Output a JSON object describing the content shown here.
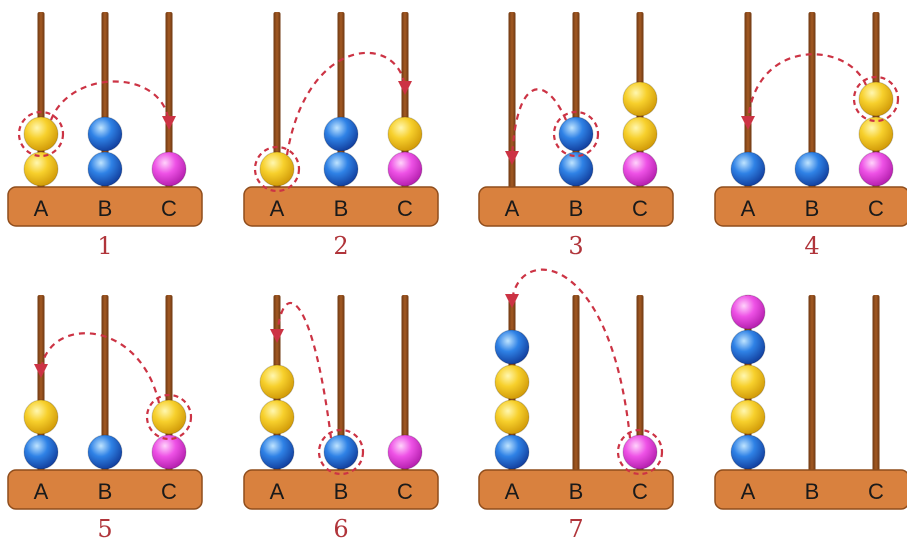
{
  "rod_labels": [
    "A",
    "B",
    "C"
  ],
  "colors": {
    "rod": "#8a4a1c",
    "base": "#d9813e",
    "base_edge": "#8f4d1c",
    "label": "#1a1a1a",
    "step_number": "#b0343a",
    "arrow": "#cc3344",
    "yellow": "#f5cf26",
    "blue": "#2e7de0",
    "pink": "#ee4fe6"
  },
  "panels": [
    {
      "step": "1",
      "stacks": {
        "A": [
          "yellow",
          "yellow"
        ],
        "B": [
          "blue",
          "blue"
        ],
        "C": [
          "pink"
        ]
      },
      "move": {
        "from": "A",
        "to": "C"
      }
    },
    {
      "step": "2",
      "stacks": {
        "A": [
          "yellow"
        ],
        "B": [
          "blue",
          "blue"
        ],
        "C": [
          "pink",
          "yellow"
        ]
      },
      "move": {
        "from": "A",
        "to": "C"
      }
    },
    {
      "step": "3",
      "stacks": {
        "A": [],
        "B": [
          "blue",
          "blue"
        ],
        "C": [
          "pink",
          "yellow",
          "yellow"
        ]
      },
      "move": {
        "from": "B",
        "to": "A"
      }
    },
    {
      "step": "4",
      "stacks": {
        "A": [
          "blue"
        ],
        "B": [
          "blue"
        ],
        "C": [
          "pink",
          "yellow",
          "yellow"
        ]
      },
      "move": {
        "from": "C",
        "to": "A"
      }
    },
    {
      "step": "5",
      "stacks": {
        "A": [
          "blue",
          "yellow"
        ],
        "B": [
          "blue"
        ],
        "C": [
          "pink",
          "yellow"
        ]
      },
      "move": {
        "from": "C",
        "to": "A"
      }
    },
    {
      "step": "6",
      "stacks": {
        "A": [
          "blue",
          "yellow",
          "yellow"
        ],
        "B": [
          "blue"
        ],
        "C": [
          "pink"
        ]
      },
      "move": {
        "from": "B",
        "to": "A"
      }
    },
    {
      "step": "7",
      "stacks": {
        "A": [
          "blue",
          "yellow",
          "yellow",
          "blue"
        ],
        "B": [],
        "C": [
          "pink"
        ]
      },
      "move": {
        "from": "C",
        "to": "A"
      }
    },
    {
      "step": "",
      "stacks": {
        "A": [
          "blue",
          "yellow",
          "yellow",
          "blue",
          "pink"
        ],
        "B": [],
        "C": []
      },
      "move": null
    }
  ]
}
